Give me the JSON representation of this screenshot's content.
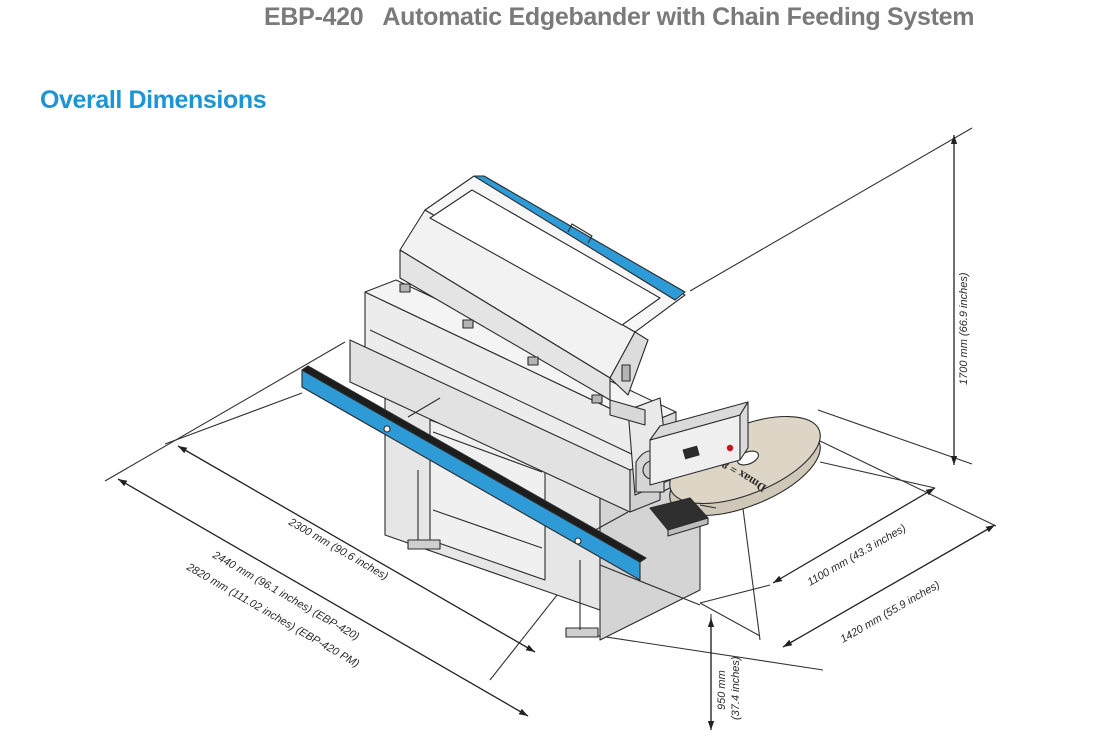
{
  "header": {
    "title": "EBP-420   Automatic Edgebander with Chain Feeding System"
  },
  "section": {
    "title": "Overall Dimensions"
  },
  "dimensions": {
    "height": "1700 mm (66.9 inches)",
    "length_2300": "2300 mm (90.6 inches)",
    "length_2440": "2440 mm (96.1 inches) (EBP-420)",
    "length_2820": "2820 mm (111.02 inches) (EBP-420 PM)",
    "depth_1100": "1100 mm (43.3 inches)",
    "depth_1420": "1420 mm (55.9 inches)",
    "table_height_mm": "950 mm",
    "table_height_in": "(37.4 inches)"
  },
  "machine": {
    "reel_label": "Dmax = 800"
  },
  "colors": {
    "accent_blue": "#2e9ad6",
    "title_gray": "#7a7a7a",
    "section_blue": "#1c95d4"
  }
}
